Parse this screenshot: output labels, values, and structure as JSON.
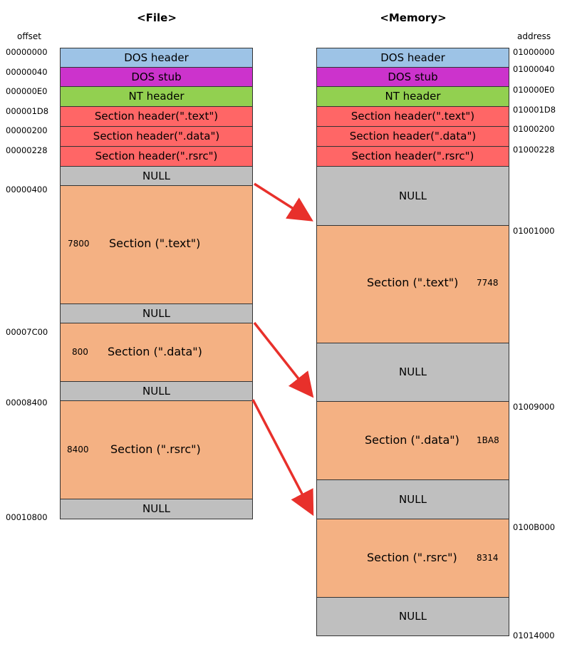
{
  "file_title": "<File>",
  "memory_title": "<Memory>",
  "offset_label": "offset",
  "address_label": "address",
  "colors": {
    "dos_header": "#9dc3e6",
    "dos_stub": "#cc33cc",
    "nt_header": "#92d050",
    "section_header": "#ff6666",
    "null": "#bfbfbf",
    "section": "#f4b183"
  },
  "labels": {
    "dos_header": "DOS header",
    "dos_stub": "DOS stub",
    "nt_header": "NT header",
    "sh_text": "Section header(\".text\")",
    "sh_data": "Section header(\".data\")",
    "sh_rsrc": "Section header(\".rsrc\")",
    "null": "NULL",
    "sec_text": "Section (\".text\")",
    "sec_data": "Section (\".data\")",
    "sec_rsrc": "Section (\".rsrc\")"
  },
  "file": {
    "offsets": [
      "00000000",
      "00000040",
      "000000E0",
      "000001D8",
      "00000200",
      "00000228",
      "00000400",
      "00007C00",
      "00008400",
      "00010800"
    ],
    "sizes": {
      "text": "7800",
      "data": "800",
      "rsrc": "8400"
    }
  },
  "memory": {
    "addresses": [
      "01000000",
      "01000040",
      "010000E0",
      "010001D8",
      "01000200",
      "01000228",
      "01001000",
      "01009000",
      "0100B000",
      "01014000"
    ],
    "sizes": {
      "text": "7748",
      "data": "1BA8",
      "rsrc": "8314"
    }
  }
}
